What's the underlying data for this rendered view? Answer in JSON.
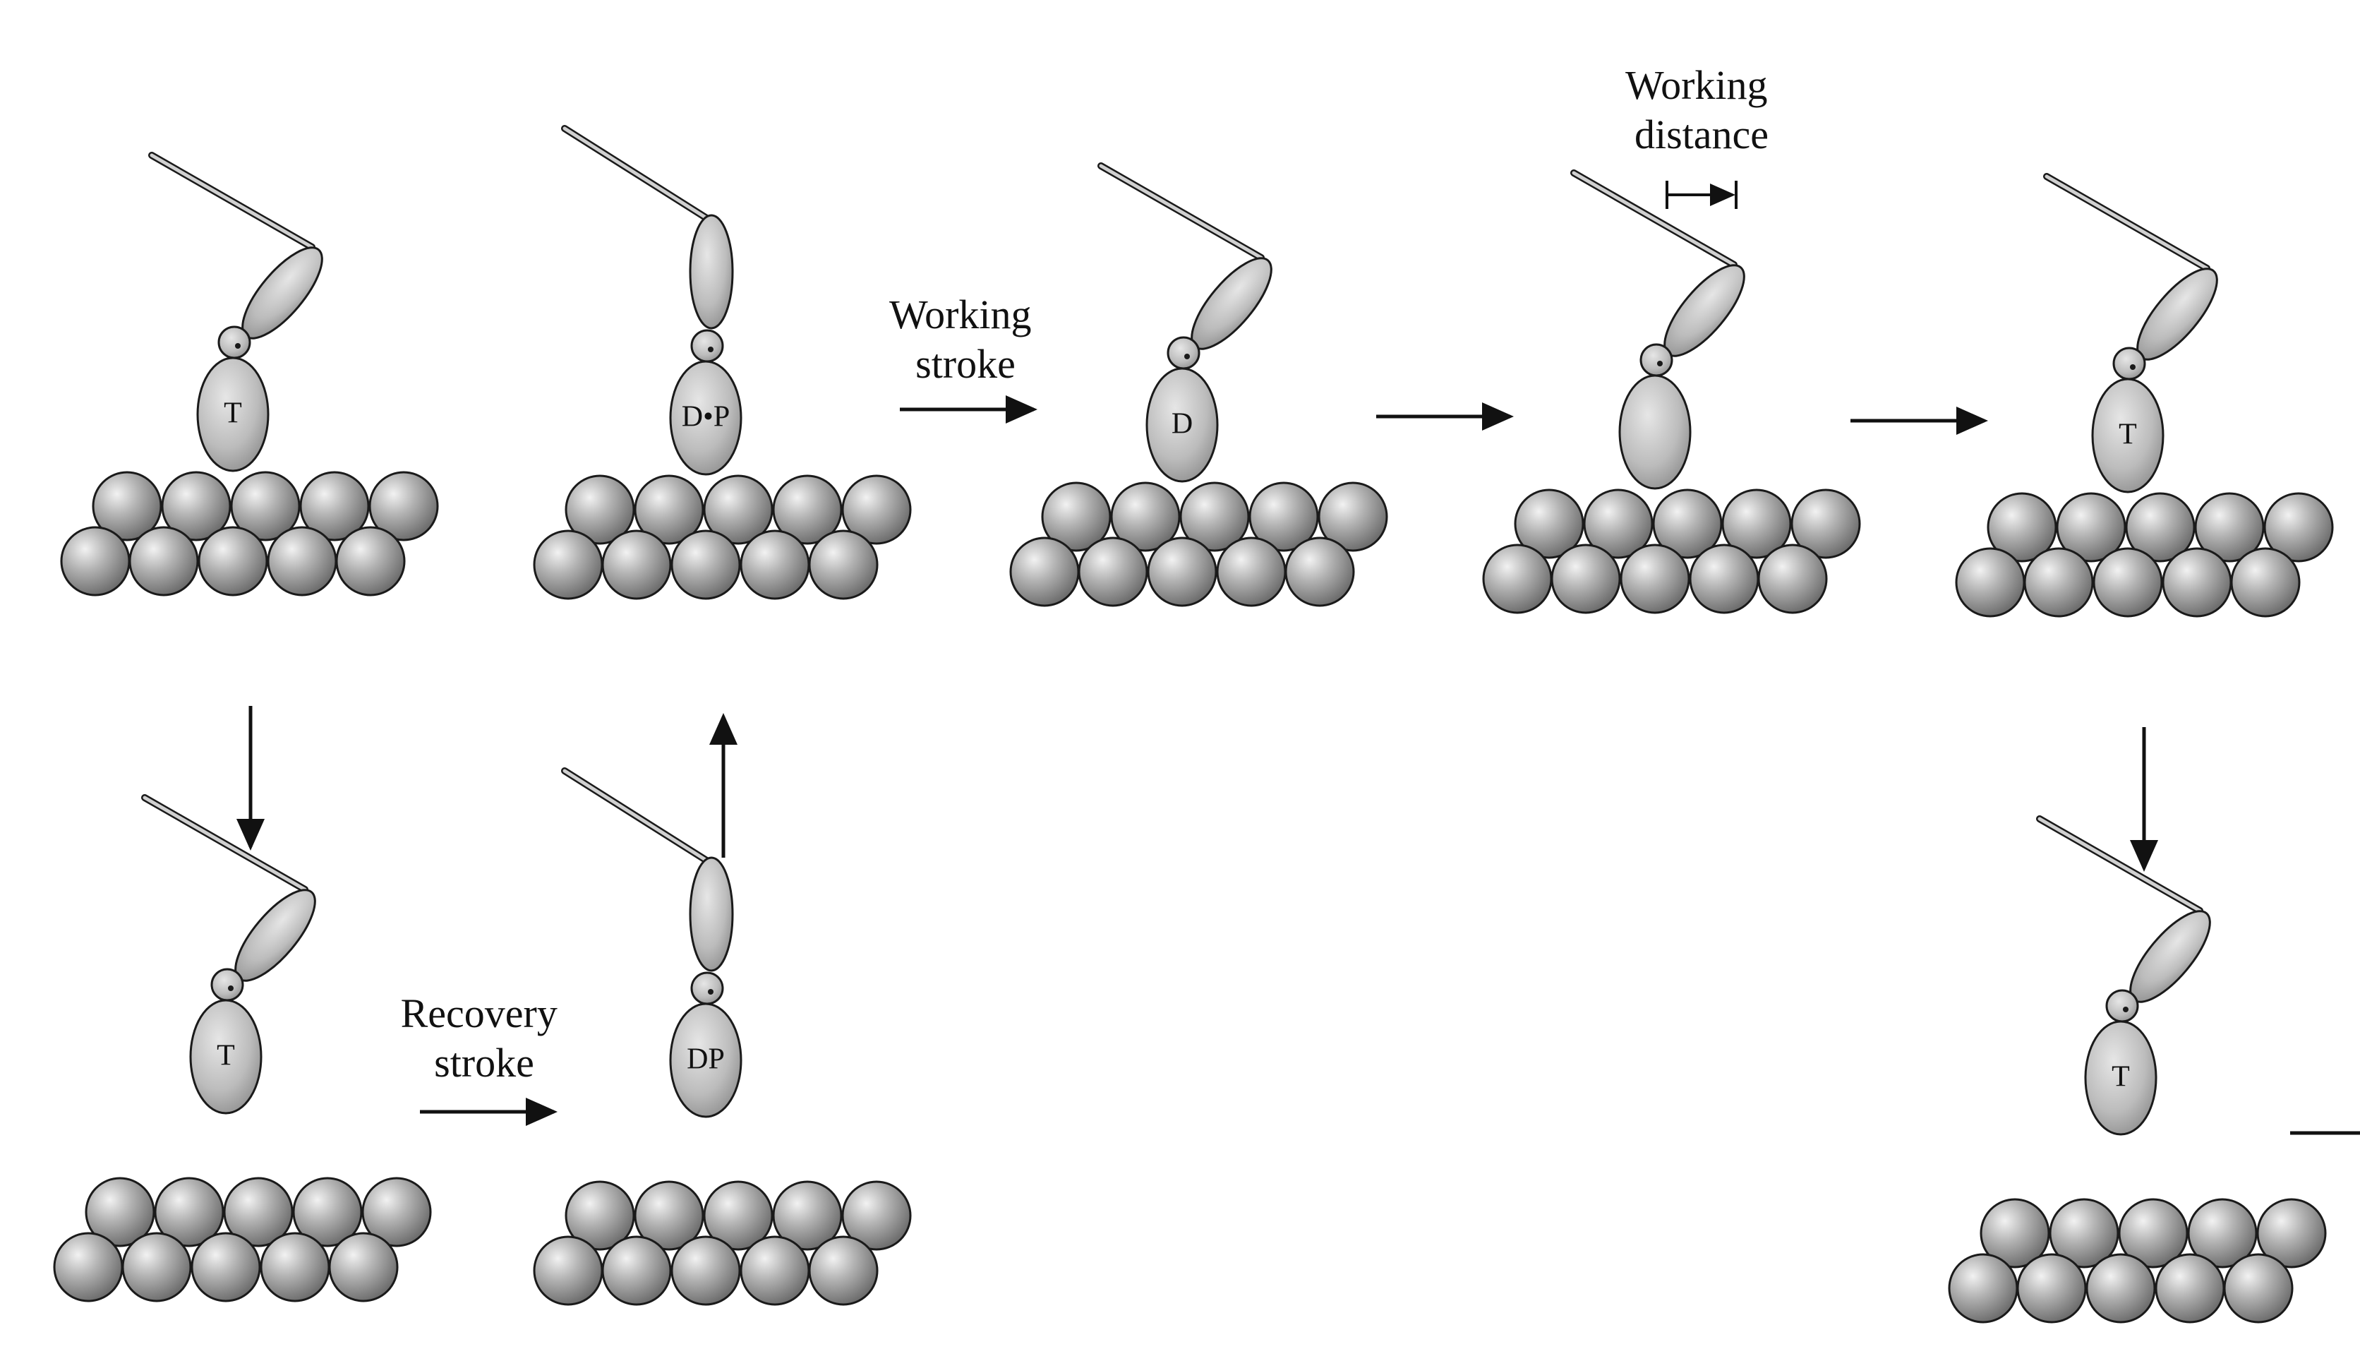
{
  "labels": {
    "working_stroke": [
      "Working",
      "stroke"
    ],
    "recovery_stroke": [
      "Recovery",
      "stroke"
    ],
    "working_distance": [
      "Working",
      "distance"
    ]
  },
  "states": [
    {
      "id": "s1",
      "head_label": "T",
      "attached": true,
      "head_pose": "tilted"
    },
    {
      "id": "s2",
      "head_label": "D•P",
      "attached": true,
      "head_pose": "upright"
    },
    {
      "id": "s3",
      "head_label": "D",
      "attached": true,
      "head_pose": "tilted"
    },
    {
      "id": "s4",
      "head_label": "",
      "attached": true,
      "head_pose": "tilted"
    },
    {
      "id": "s5",
      "head_label": "T",
      "attached": true,
      "head_pose": "tilted"
    },
    {
      "id": "s6",
      "head_label": "T",
      "attached": false,
      "head_pose": "tilted"
    },
    {
      "id": "s7",
      "head_label": "DP",
      "attached": false,
      "head_pose": "upright"
    },
    {
      "id": "s8",
      "head_label": "T",
      "attached": false,
      "head_pose": "tilted"
    }
  ],
  "colors": {
    "bead_fill": "#a6a6a6",
    "head_fill": "#bdbdbd",
    "outline": "#1a1a1a",
    "arrow": "#111111"
  }
}
